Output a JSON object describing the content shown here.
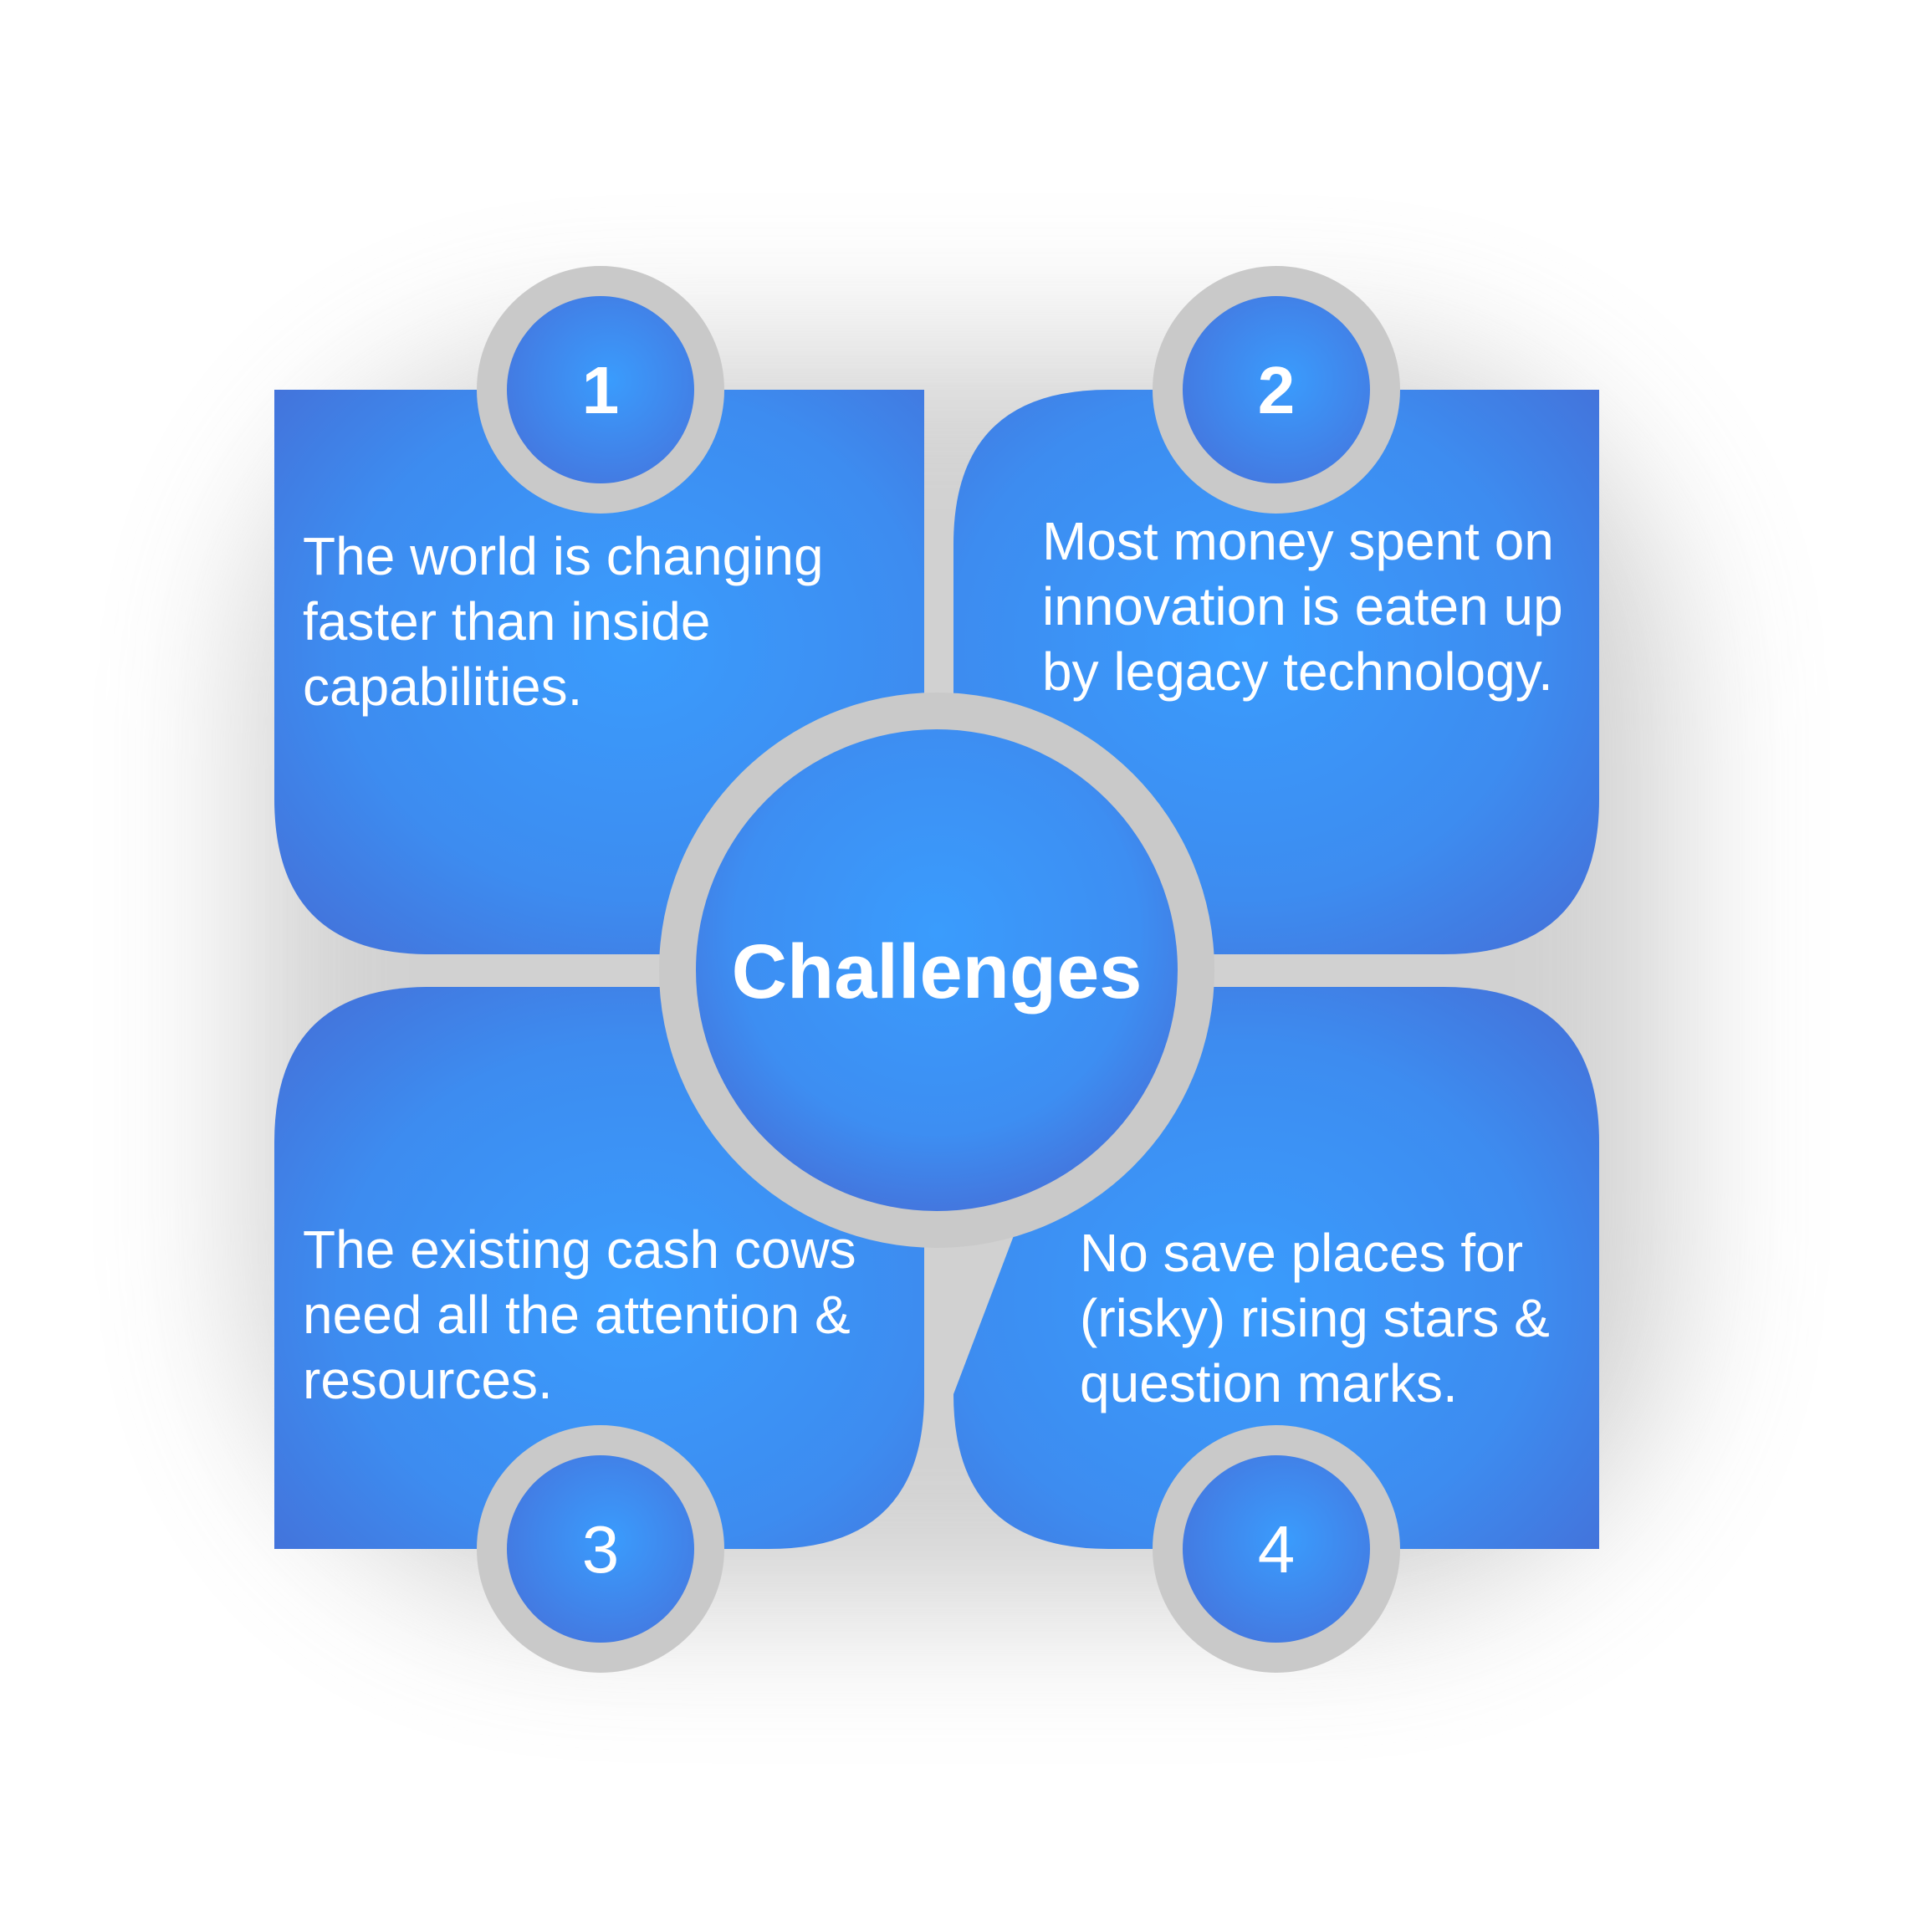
{
  "center": {
    "label": "Challenges"
  },
  "quadrants": [
    {
      "number": "1",
      "lines": [
        "The world is changing",
        "faster than inside",
        "capabilities."
      ]
    },
    {
      "number": "2",
      "lines": [
        "Most money spent on",
        "innovation is eaten up",
        "by legacy technology."
      ]
    },
    {
      "number": "3",
      "lines": [
        "The existing cash cows",
        "need all the attention &",
        "resources."
      ]
    },
    {
      "number": "4",
      "lines": [
        "No save places for",
        "(risky) rising stars &",
        "question marks."
      ]
    }
  ],
  "colors": {
    "blue_light": "#3a9cfd",
    "blue_dark": "#4374dc",
    "ring_gray": "#c9c9c9",
    "text": "#ffffff"
  }
}
